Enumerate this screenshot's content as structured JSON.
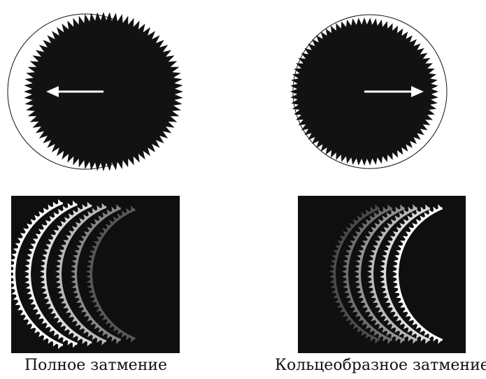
{
  "panels": [
    {
      "id": "total",
      "caption": "Полное затмение",
      "arrow_direction": "left"
    },
    {
      "id": "annular",
      "caption": "Кольцеобразное затмение",
      "arrow_direction": "right"
    }
  ],
  "colors": {
    "background": "#ffffff",
    "moon_fill": "#121212",
    "sun_outline": "#111111",
    "arrow": "#ffffff",
    "trail_background": "#0f0f0f",
    "trail_light": "#ffffff"
  },
  "icons": [
    "arrow-left-icon",
    "arrow-right-icon"
  ]
}
